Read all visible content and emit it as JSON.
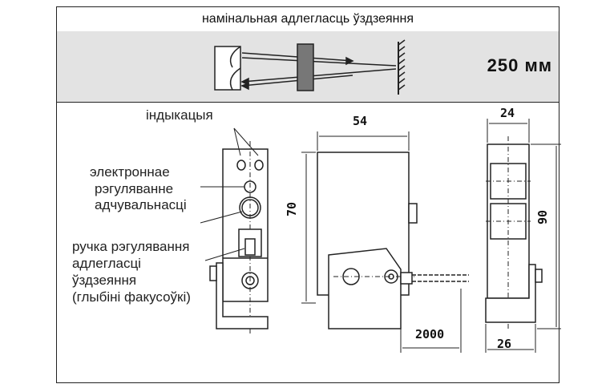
{
  "header": {
    "title": "намінальная адлегласць ўздзеяння"
  },
  "range": {
    "value": "250 мм"
  },
  "labels": {
    "indication": "індыкацыя",
    "sensitivity_line1": "электроннае",
    "sensitivity_line2": "рэгуляванне",
    "sensitivity_line3": "адчувальнасці",
    "knob_line1": "ручка рэгулявання",
    "knob_line2": "адлегласці",
    "knob_line3": "ўздзеяння",
    "knob_line4": "(глыбіні факусоўкі)"
  },
  "dimensions": {
    "width_side": "54",
    "height_side": "70",
    "cable_length": "2000",
    "width_front_top": "24",
    "width_front_bottom": "26",
    "height_front": "90"
  }
}
